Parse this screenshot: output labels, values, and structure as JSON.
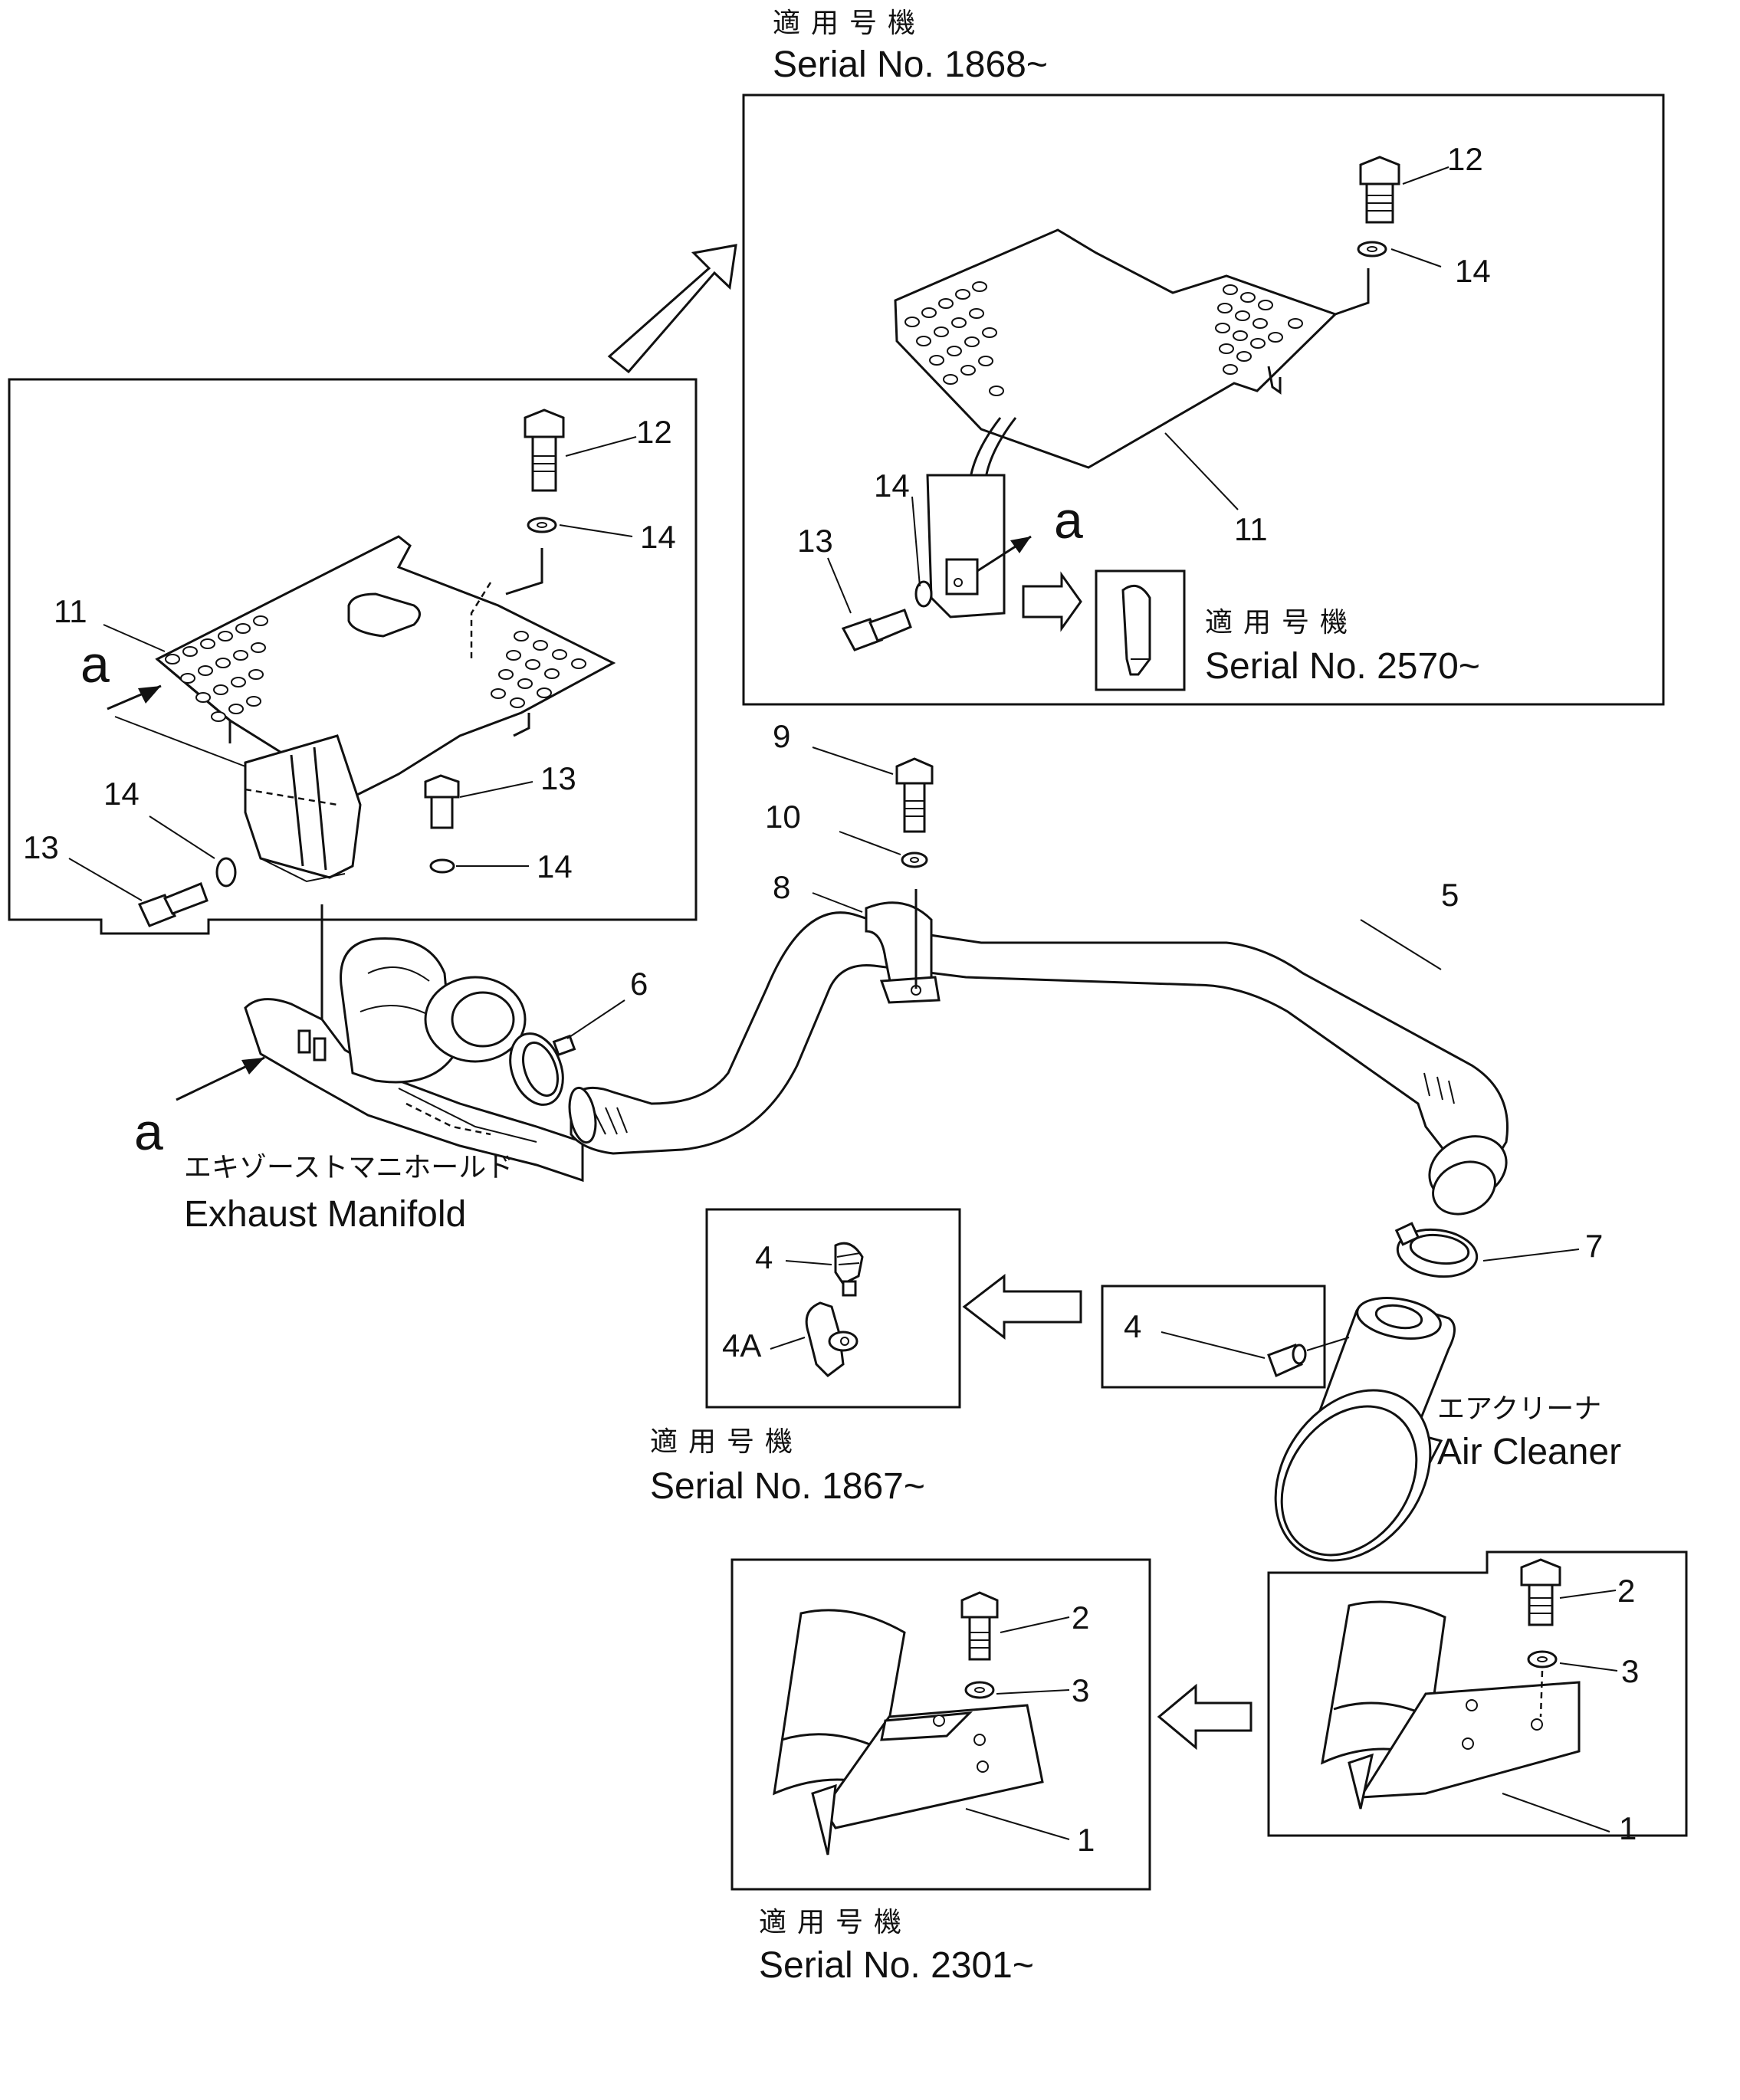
{
  "panels": {
    "top_right": {
      "title_jp": "適用号機",
      "serial": "Serial No. 1868~"
    },
    "inset_2570": {
      "title_jp": "適用号機",
      "serial": "Serial No. 2570~"
    },
    "left_1867": {
      "title_jp": "適用号機",
      "serial": "Serial No. 1867~"
    },
    "bottom_2301": {
      "title_jp": "適用号機",
      "serial": "Serial No. 2301~"
    }
  },
  "labels": {
    "exhaust_manifold_jp": "エキゾーストマニホールド",
    "exhaust_manifold": "Exhaust Manifold",
    "air_cleaner_jp": "エアクリーナ",
    "air_cleaner": "Air Cleaner",
    "view_a": "a"
  },
  "parts": {
    "p1": "1",
    "p2": "2",
    "p3": "3",
    "p4": "4",
    "p4a": "4A",
    "p5": "5",
    "p6": "6",
    "p7": "7",
    "p8": "8",
    "p9": "9",
    "p10": "10",
    "p11": "11",
    "p12": "12",
    "p13": "13",
    "p14": "14"
  }
}
